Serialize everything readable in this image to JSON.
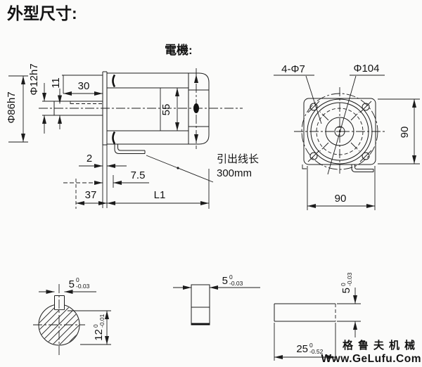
{
  "page": {
    "title": "外型尺寸:",
    "background": "#fbfbfa",
    "line_color": "#1c1c1c"
  },
  "side_view": {
    "label": "電機:",
    "dim_shaft_dia": "Φ12h7",
    "dim_key_height": "11",
    "dim_shaft_len": "30",
    "dim_body_dia": "Φ86h7",
    "dim_inner": "55",
    "dim_flange_thickness": "2",
    "dim_7_5": "7.5",
    "dim_front_len": "37",
    "dim_body_len": "L1",
    "lead_wire": {
      "line1": "引出线长",
      "line2": "300mm"
    }
  },
  "front_view": {
    "dim_holes": "4-Φ7",
    "dim_pilot_dia": "Φ104",
    "dim_height": "90",
    "dim_width": "90"
  },
  "shaft_section": {
    "key_width": {
      "value": "5",
      "upper": "0",
      "lower": "-0.03"
    },
    "shaft_height": {
      "value": "12",
      "upper": "0",
      "lower": "-0.01"
    }
  },
  "key_side_view": {
    "key_width": {
      "value": "5",
      "upper": "0",
      "lower": "-0.03"
    }
  },
  "key_top_view": {
    "key_length": {
      "value": "25",
      "upper": "0",
      "lower": "-0.52"
    },
    "key_height": {
      "value": "5",
      "upper": "0",
      "lower": "-0.03"
    }
  },
  "watermark": {
    "name": "格鲁夫机械",
    "url": "Www.GeLufu.Com",
    "color_name": "#ee8181",
    "color_url": "#ec6f6f"
  }
}
